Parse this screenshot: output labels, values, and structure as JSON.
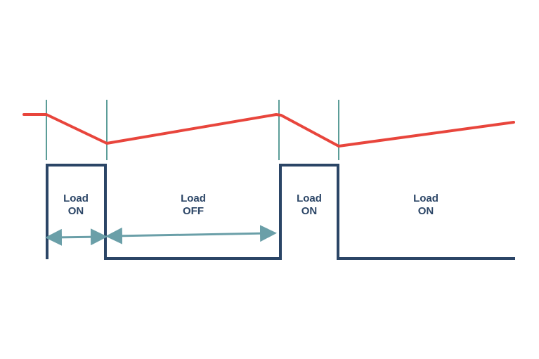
{
  "labels": {
    "seg1_line1": "Load",
    "seg1_line2": "ON",
    "seg2_line1": "Load",
    "seg2_line2": "OFF",
    "seg3_line1": "Load",
    "seg3_line2": "ON",
    "seg4_line1": "Load",
    "seg4_line2": "ON"
  },
  "colors": {
    "voltage_line": "#e8453c",
    "load_waveform": "#2b4566",
    "markers": "#5b9d98",
    "arrows": "#6a9fa8",
    "label_text": "#2b4566"
  }
}
